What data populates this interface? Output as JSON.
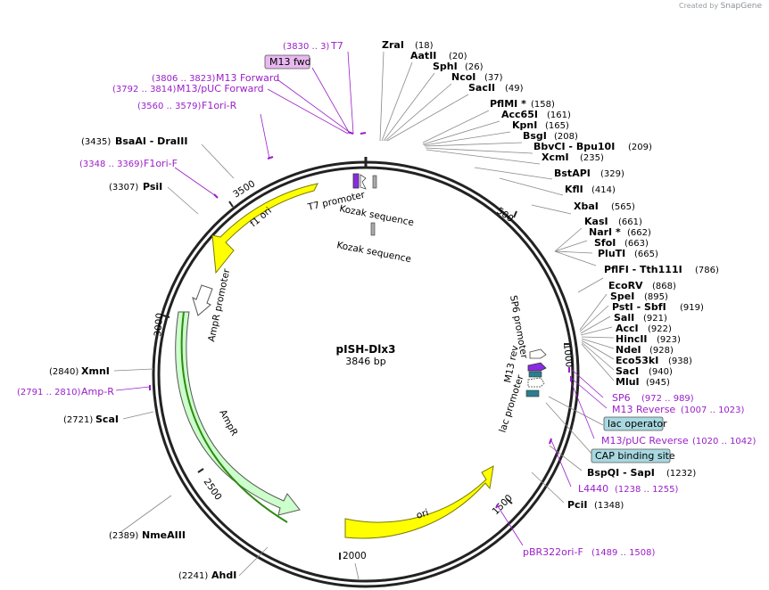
{
  "credit": {
    "prefix": "Created by",
    "brand": "SnapGene"
  },
  "title": "pISH-Dlx3",
  "length": "3846 bp",
  "ticks": [
    "500",
    "1000",
    "1500",
    "2000",
    "2500",
    "3000",
    "3500"
  ],
  "sites": [
    {
      "name": "ZraI",
      "pos": "(18)"
    },
    {
      "name": "AatII",
      "pos": "(20)"
    },
    {
      "name": "SphI",
      "pos": "(26)"
    },
    {
      "name": "NcoI",
      "pos": "(37)"
    },
    {
      "name": "SacII",
      "pos": "(49)"
    },
    {
      "name": "PflMI *",
      "pos": "(158)"
    },
    {
      "name": "Acc65I",
      "pos": "(161)"
    },
    {
      "name": "KpnI",
      "pos": "(165)"
    },
    {
      "name": "BsgI",
      "pos": "(208)"
    },
    {
      "name": "BbvCI   - Bpu10I",
      "pos": "(209)"
    },
    {
      "name": "XcmI",
      "pos": "(235)"
    },
    {
      "name": "BstAPI",
      "pos": "(329)"
    },
    {
      "name": "KflI",
      "pos": "(414)"
    },
    {
      "name": "XbaI",
      "pos": "(565)"
    },
    {
      "name": "KasI",
      "pos": "(661)"
    },
    {
      "name": "NarI *",
      "pos": "(662)"
    },
    {
      "name": "SfoI",
      "pos": "(663)"
    },
    {
      "name": "PluTI",
      "pos": "(665)"
    },
    {
      "name": "PflFI   - Tth111I",
      "pos": "(786)"
    },
    {
      "name": "EcoRV",
      "pos": "(868)"
    },
    {
      "name": "SpeI",
      "pos": "(895)"
    },
    {
      "name": "PstI   - SbfI",
      "pos": "(919)"
    },
    {
      "name": "SalI",
      "pos": "(921)"
    },
    {
      "name": "AccI",
      "pos": "(922)"
    },
    {
      "name": "HincII",
      "pos": "(923)"
    },
    {
      "name": "NdeI",
      "pos": "(928)"
    },
    {
      "name": "Eco53kI",
      "pos": "(938)"
    },
    {
      "name": "SacI",
      "pos": "(940)"
    },
    {
      "name": "MluI",
      "pos": "(945)"
    },
    {
      "name": "BspQI   - SapI",
      "pos": "(1232)"
    },
    {
      "name": "PciI",
      "pos": "(1348)"
    },
    {
      "name": "AhdI",
      "pos": "(2241)"
    },
    {
      "name": "NmeAIII",
      "pos": "(2389)"
    },
    {
      "name": "ScaI",
      "pos": "(2721)"
    },
    {
      "name": "XmnI",
      "pos": "(2840)"
    },
    {
      "name": "PsiI",
      "pos": "(3307)"
    },
    {
      "name": "BsaAI   - DraIII",
      "pos": "(3435)"
    }
  ],
  "primers": [
    {
      "name": "T7",
      "range": "(3830 .. 3)"
    },
    {
      "name": "M13 Forward",
      "range": "(3806 .. 3823)"
    },
    {
      "name": "M13/pUC Forward",
      "range": "(3792 .. 3814)"
    },
    {
      "name": "F1ori-R",
      "range": "(3560 .. 3579)"
    },
    {
      "name": "F1ori-F",
      "range": "(3348 .. 3369)"
    },
    {
      "name": "Amp-R",
      "range": "(2791 .. 2810)"
    },
    {
      "name": "SP6",
      "range": "(972 .. 989)"
    },
    {
      "name": "M13 Reverse",
      "range": "(1007 .. 1023)"
    },
    {
      "name": "M13/pUC Reverse",
      "range": "(1020 .. 1042)"
    },
    {
      "name": "L4440",
      "range": "(1238 .. 1255)"
    },
    {
      "name": "pBR322ori-F",
      "range": "(1489 .. 1508)"
    }
  ],
  "boxed": {
    "m13fwd": "M13 fwd",
    "lac_operator": "lac operator",
    "cap_site": "CAP binding site"
  },
  "features": {
    "t7_promoter": "T7 promoter",
    "kozak1": "Kozak sequence",
    "kozak2": "Kozak sequence",
    "f1ori": "f1 ori",
    "ampr_promoter": "AmpR promoter",
    "ampr": "AmpR",
    "ori": "ori",
    "sp6_promoter": "SP6 promoter",
    "m13_rev": "M13 rev",
    "lac_promoter": "lac promoter"
  },
  "colors": {
    "backbone": "#222222",
    "yellow_feature": "#ffff00",
    "ampr_fill": "#ccffcc",
    "ampr_line": "#2e8b10",
    "primer": "#9a1fc8",
    "lac_box": "#a8d8e0",
    "m13fwd_box": "#e8b8f0"
  }
}
